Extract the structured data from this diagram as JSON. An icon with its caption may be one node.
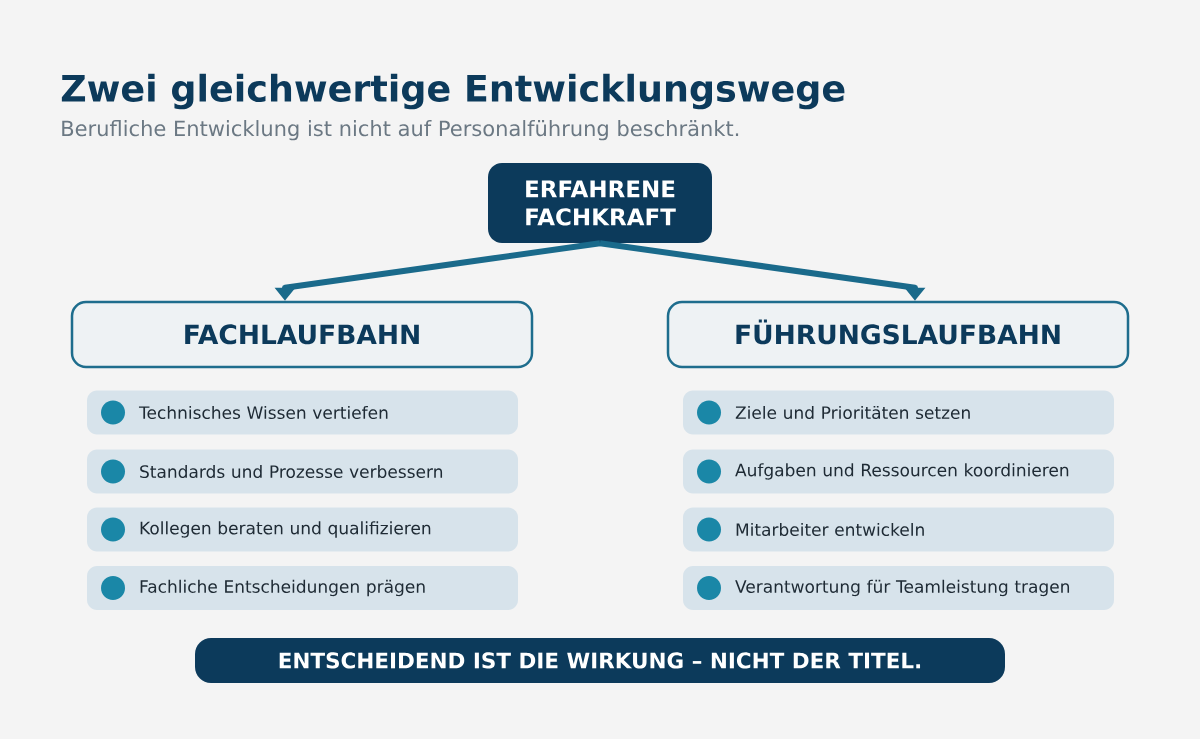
{
  "diagram": {
    "title": "Zwei gleichwertige Entwicklungswege",
    "nodes": [
      {
        "text": [
          "ERFAHRENE FACHKRAFT"
        ]
      },
      {
        "text": [
          "FACHLAUFBAHN"
        ]
      },
      {
        "text": [
          "FÜHRUNGSLAUFBAHN"
        ]
      },
      {
        "text": [
          "Technisches Wissen vertiefen"
        ]
      },
      {
        "text": [
          "Standards und Prozesse verbessern"
        ]
      },
      {
        "text": [
          "Kollegen beraten und qualifizieren"
        ]
      },
      {
        "text": [
          "Fachliche Entscheidungen prägen"
        ]
      },
      {
        "text": [
          "Ziele und Prioritäten setzen"
        ]
      },
      {
        "text": [
          "Aufgaben und Ressourcen koordinieren"
        ]
      },
      {
        "text": [
          "Mitarbeiter entwickeln"
        ]
      },
      {
        "text": [
          "Verantwortung für Teamleistung tragen"
        ]
      },
      {
        "text": [
          "ENTSCHEIDEND IST DIE WIRKUNG – NICHT DER TITEL."
        ]
      }
    ],
    "edges": [
      {
        "from": 0,
        "to": 1,
        "arrow": "to"
      },
      {
        "from": 0,
        "to": 2,
        "arrow": "to"
      }
    ],
    "labels": [
      "Berufliche Entwicklung ist nicht auf Personalführung beschränkt."
    ]
  }
}
